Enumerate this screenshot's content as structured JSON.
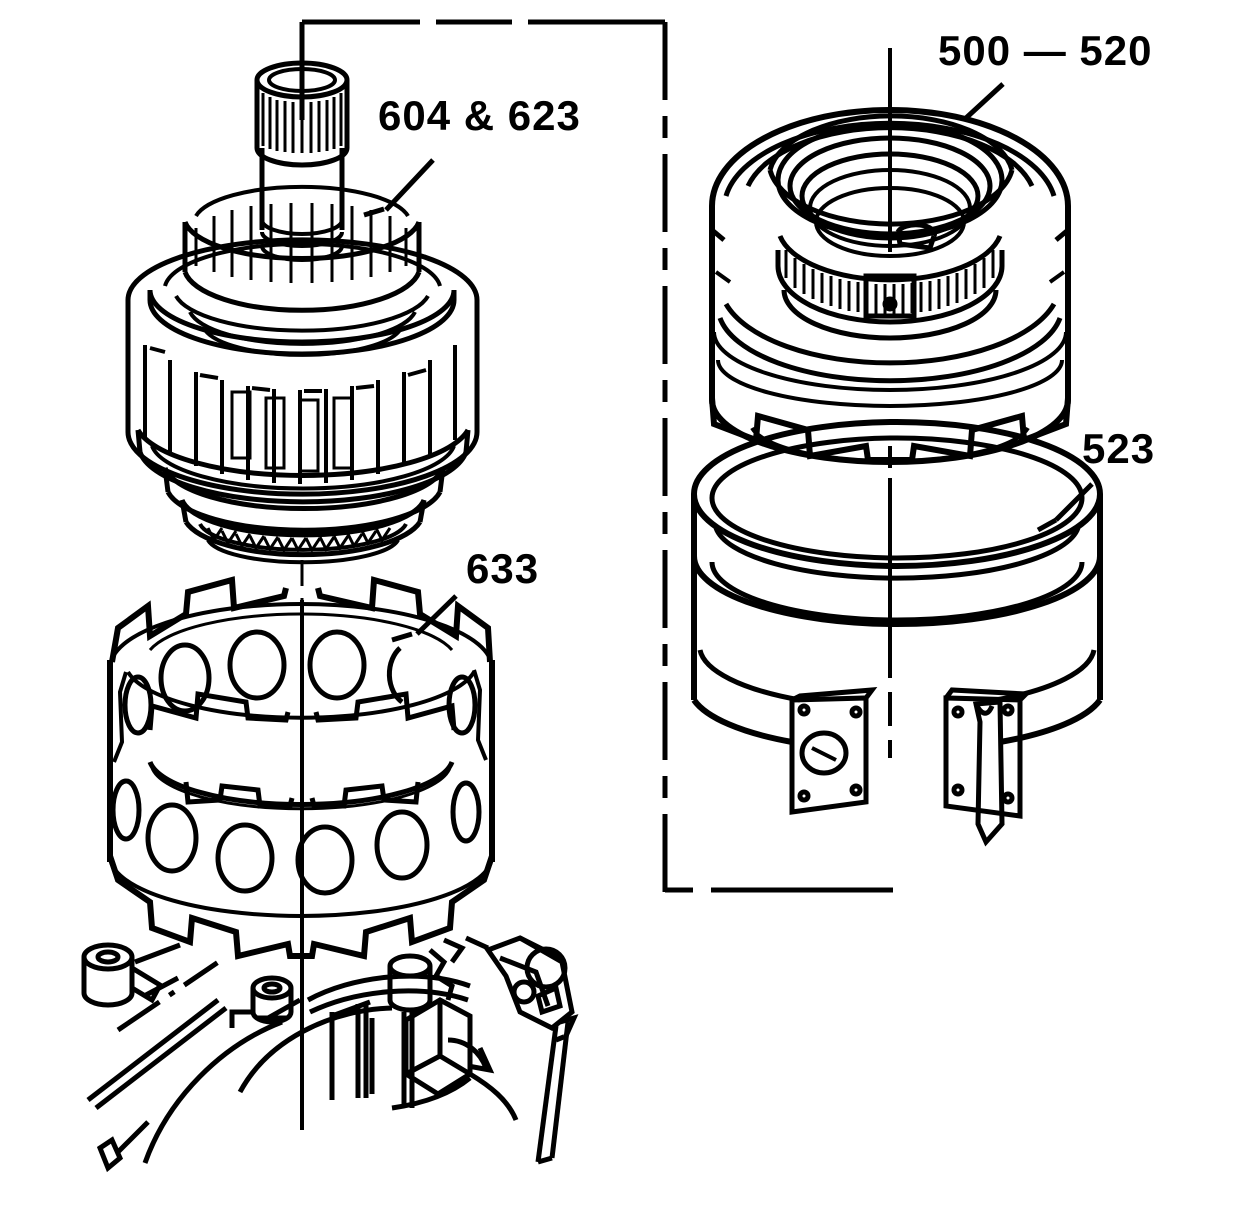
{
  "diagram": {
    "kind": "exploded-assembly-line-drawing",
    "subject": "automatic transmission planetary / clutch drum assembly",
    "background_color": "#ffffff",
    "line_color": "#000000",
    "labels": [
      {
        "id": "604-623",
        "text": "604 & 623",
        "points_to": "planetary-carrier-assembly",
        "leader": "diagonal line down-left to gear rim"
      },
      {
        "id": "500-520",
        "text": "500 — 520",
        "points_to": "clutch-drum-assembly",
        "leader": "short diagonal line down-left to drum rim"
      },
      {
        "id": "633",
        "text": "633",
        "points_to": "planetary-cage",
        "leader": "diagonal line down-left to cage rim"
      },
      {
        "id": "523",
        "text": "523",
        "points_to": "brake-band",
        "leader": "diagonal line down-left to band rim"
      }
    ],
    "parts": [
      {
        "callout": "604 & 623",
        "name": "planetary-carrier-with-splined-output-shaft"
      },
      {
        "callout": "633",
        "name": "castellated-planetary-cage"
      },
      {
        "callout": "500 — 520",
        "name": "clutch-drum-with-internal-ring-gear"
      },
      {
        "callout": "523",
        "name": "split-brake-band-with-anchor-brackets"
      },
      {
        "callout": "",
        "name": "transmission-case-partial-view"
      }
    ],
    "annotations": {
      "bracket": "square chain-line bracket grouping the 604 & 623 column, dash-dot left leg",
      "centerlines": "vertical assembly centerlines through each stacked component"
    }
  }
}
